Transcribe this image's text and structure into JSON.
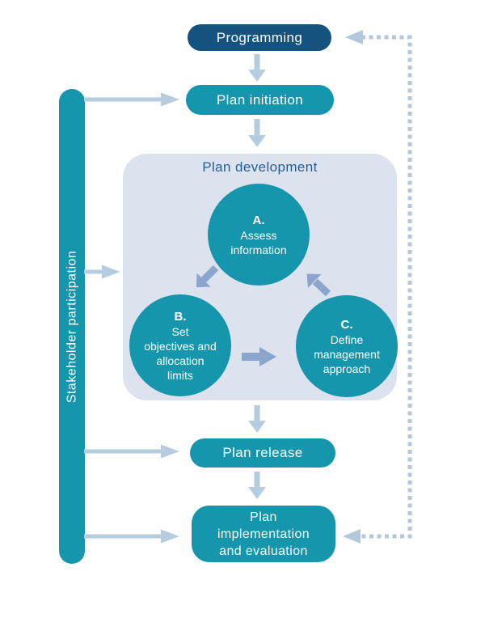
{
  "palette": {
    "navy": "#15527d",
    "teal": "#1696ac",
    "panel": "#dde2ef",
    "panel_title_text": "#1b6399",
    "flow_arrow": "#b5cddf",
    "cycle_arrow": "#8ba5cd",
    "feedback_dotted": "#b3c9db",
    "text_on_fill": "#ffffff"
  },
  "sidebar": {
    "label": "Stakeholder participation"
  },
  "flow": {
    "programming": "Programming",
    "plan_initiation": "Plan initiation",
    "plan_release": "Plan release",
    "plan_implementation": "Plan\nimplementation\nand evaluation"
  },
  "development": {
    "title": "Plan development",
    "steps": [
      {
        "letter": "A.",
        "label": "Assess\ninformation"
      },
      {
        "letter": "B.",
        "label": "Set\nobjectives and\nallocation\nlimits"
      },
      {
        "letter": "C.",
        "label": "Define\nmanagement\napproach"
      }
    ]
  }
}
